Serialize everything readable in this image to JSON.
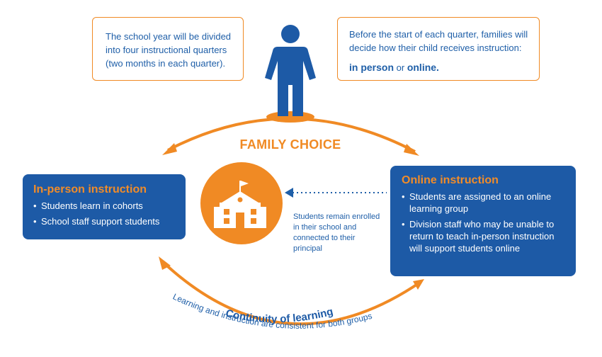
{
  "note_left": {
    "text": "The school year will be divided into four instructional quarters (two months in each quarter)."
  },
  "note_right": {
    "text": "Before the start of each quarter, families will decide how their child receives instruction:",
    "option_1": "in person",
    "connector": "or",
    "option_2": "online."
  },
  "family_choice": "FAMILY CHOICE",
  "in_person": {
    "title": "In-person instruction",
    "bullets": [
      "Students learn in cohorts",
      "School staff support students"
    ]
  },
  "online": {
    "title": "Online instruction",
    "bullets": [
      "Students are assigned to an online learning group",
      "Division staff who may be unable to return to teach in-person instruction will support students online"
    ]
  },
  "school_note": "Students remain enrolled in their school and connected to their principal",
  "continuity": {
    "title": "Continuity of learning",
    "subtitle": "Learning and instruction are consistent for both groups"
  },
  "colors": {
    "orange": "#f08a24",
    "blue_box": "#1d5aa6",
    "blue_text": "#1f5fa8"
  },
  "icons": {
    "person": "person-icon",
    "school": "school-building-icon"
  }
}
